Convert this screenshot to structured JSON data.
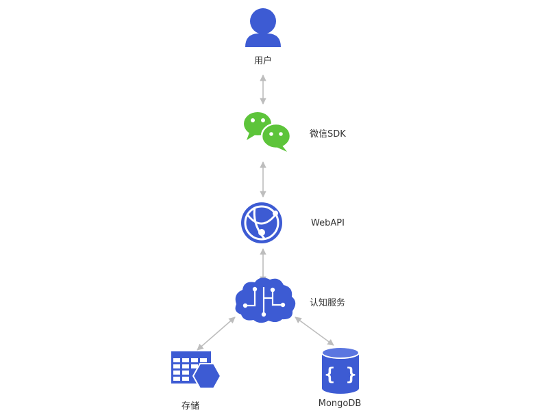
{
  "nodes": {
    "user": {
      "label": "用户",
      "icon": "user-icon"
    },
    "wechat": {
      "label": "微信SDK",
      "icon": "wechat-icon"
    },
    "webapi": {
      "label": "WebAPI",
      "icon": "web-globe-icon"
    },
    "cognitive": {
      "label": "认知服务",
      "icon": "brain-icon"
    },
    "storage": {
      "label": "存储",
      "icon": "storage-table-icon"
    },
    "mongodb": {
      "label": "MongoDB",
      "icon": "database-icon"
    }
  },
  "colors": {
    "azure_blue": "#3d5bd3",
    "wechat_green": "#5dc43a",
    "arrow_gray": "#bdbdbd",
    "text": "#333333"
  }
}
